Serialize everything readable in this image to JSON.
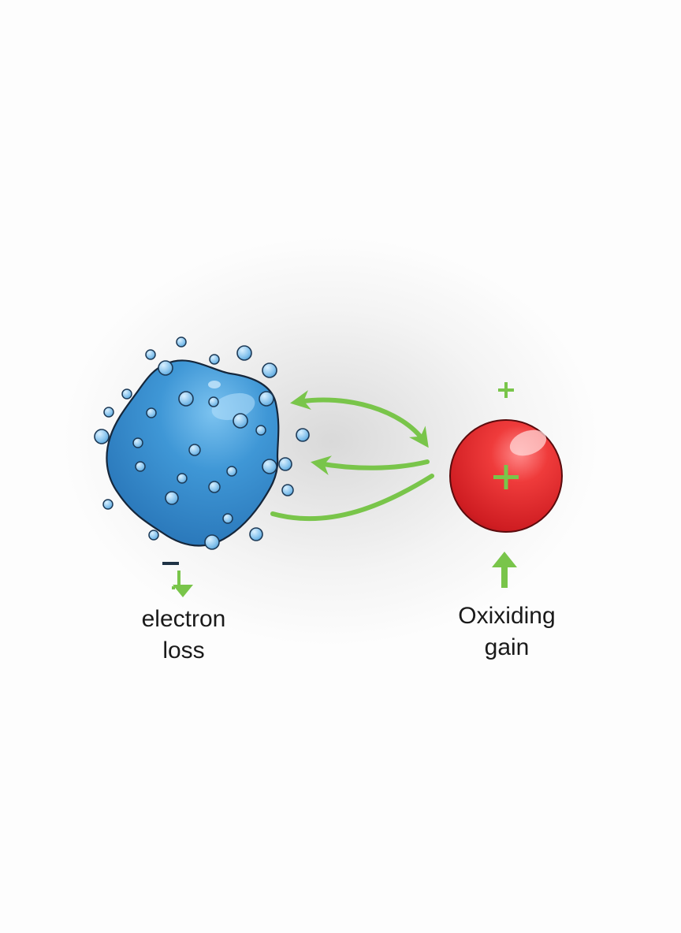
{
  "diagram": {
    "left_label": {
      "line1": "electron",
      "line2": "loss"
    },
    "right_label": {
      "line1": "Oxixiding",
      "line2": "gain"
    },
    "left_sign": "−",
    "right_signs": [
      "+",
      "+"
    ]
  },
  "colors": {
    "blob_fill": "#3a8fd0",
    "blob_outline": "#15263a",
    "electron_fill": "#8cc6ee",
    "arrow_green": "#79c54a",
    "ion_red": "#e2282b",
    "sign_green": "#79c54a"
  },
  "icons": {
    "left_arrow": "arrow-down-icon",
    "right_arrow": "arrow-up-icon"
  }
}
